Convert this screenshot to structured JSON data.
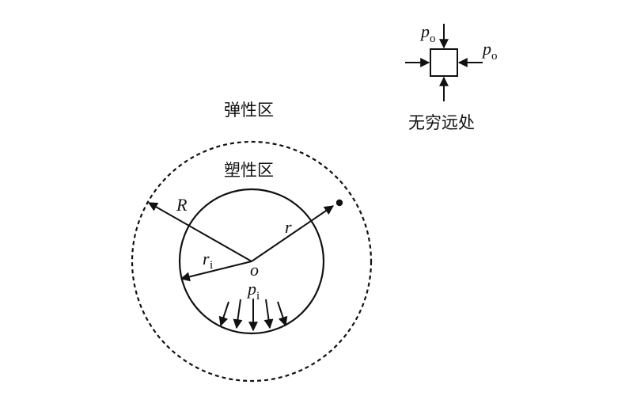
{
  "labels": {
    "elastic_zone": "弹性区",
    "plastic_zone": "塑性区",
    "far_field": "无穷远处",
    "radius_plastic": "R",
    "radius_inner": "r",
    "radius_inner_sub": "i",
    "radius_general": "r",
    "origin": "o",
    "inner_pressure": "p",
    "inner_pressure_sub": "i",
    "far_pressure_top": "p",
    "far_pressure_top_sub": "o",
    "far_pressure_right": "p",
    "far_pressure_right_sub": "o"
  },
  "colors": {
    "ink": "#111111",
    "background": "#ffffff"
  }
}
